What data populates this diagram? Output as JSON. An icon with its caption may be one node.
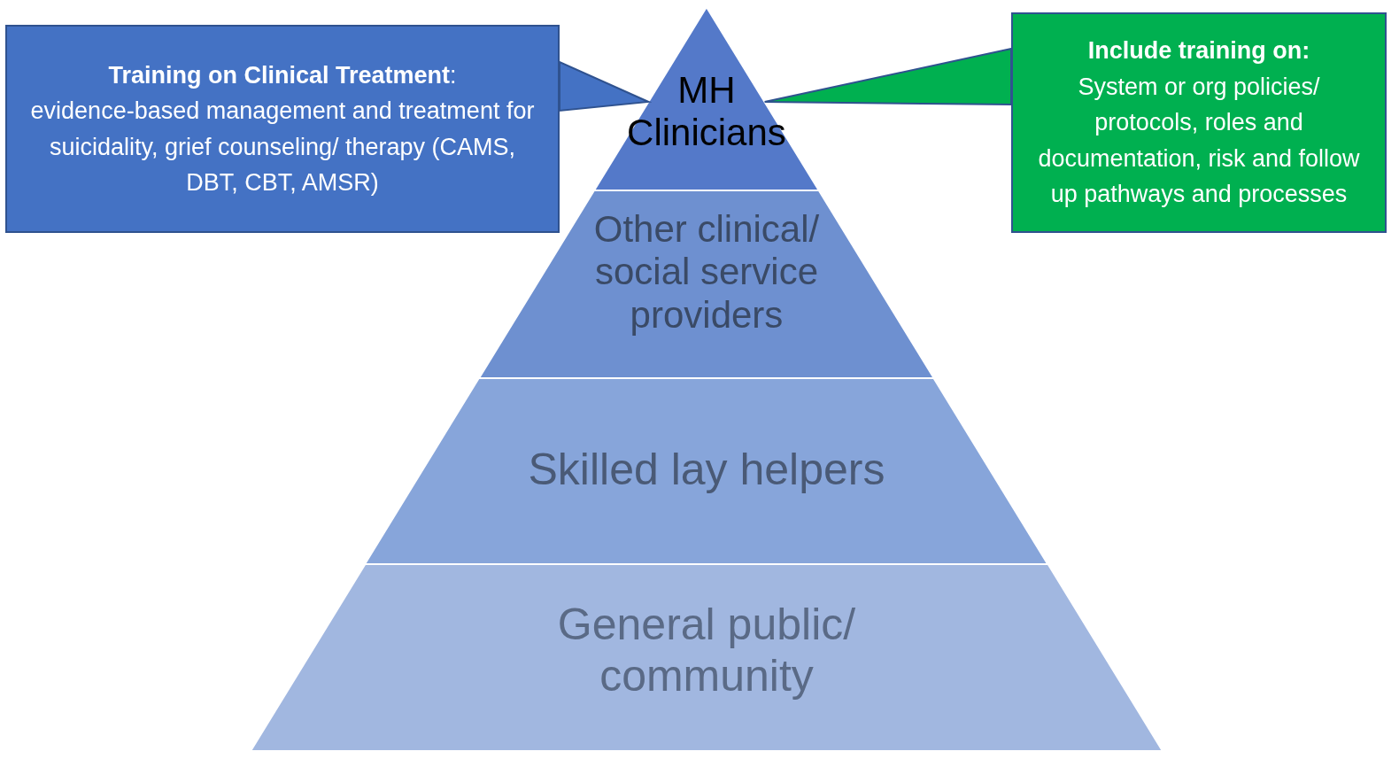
{
  "diagram": {
    "nodes": [
      {
        "text": [
          "MH Clinicians"
        ]
      },
      {
        "text": [
          "Other clinical/ social service providers"
        ]
      },
      {
        "text": [
          "Skilled lay helpers"
        ]
      },
      {
        "text": [
          "General public/ community"
        ]
      },
      {
        "text": [
          "**Training on Clinical Treatment**:",
          "evidence-based management and treatment for suicidality, grief counseling/ therapy (CAMS, DBT, CBT, AMSR)"
        ]
      },
      {
        "text": [
          "Include training on:",
          "System or org policies/ protocols, roles and documentation, risk and follow up pathways and processes"
        ]
      }
    ],
    "edges": [
      {
        "from": 4,
        "to": 0,
        "arrow": "none",
        "color": "#4472c4"
      },
      {
        "from": 5,
        "to": 0,
        "arrow": "none",
        "color": "#00b050"
      }
    ]
  }
}
